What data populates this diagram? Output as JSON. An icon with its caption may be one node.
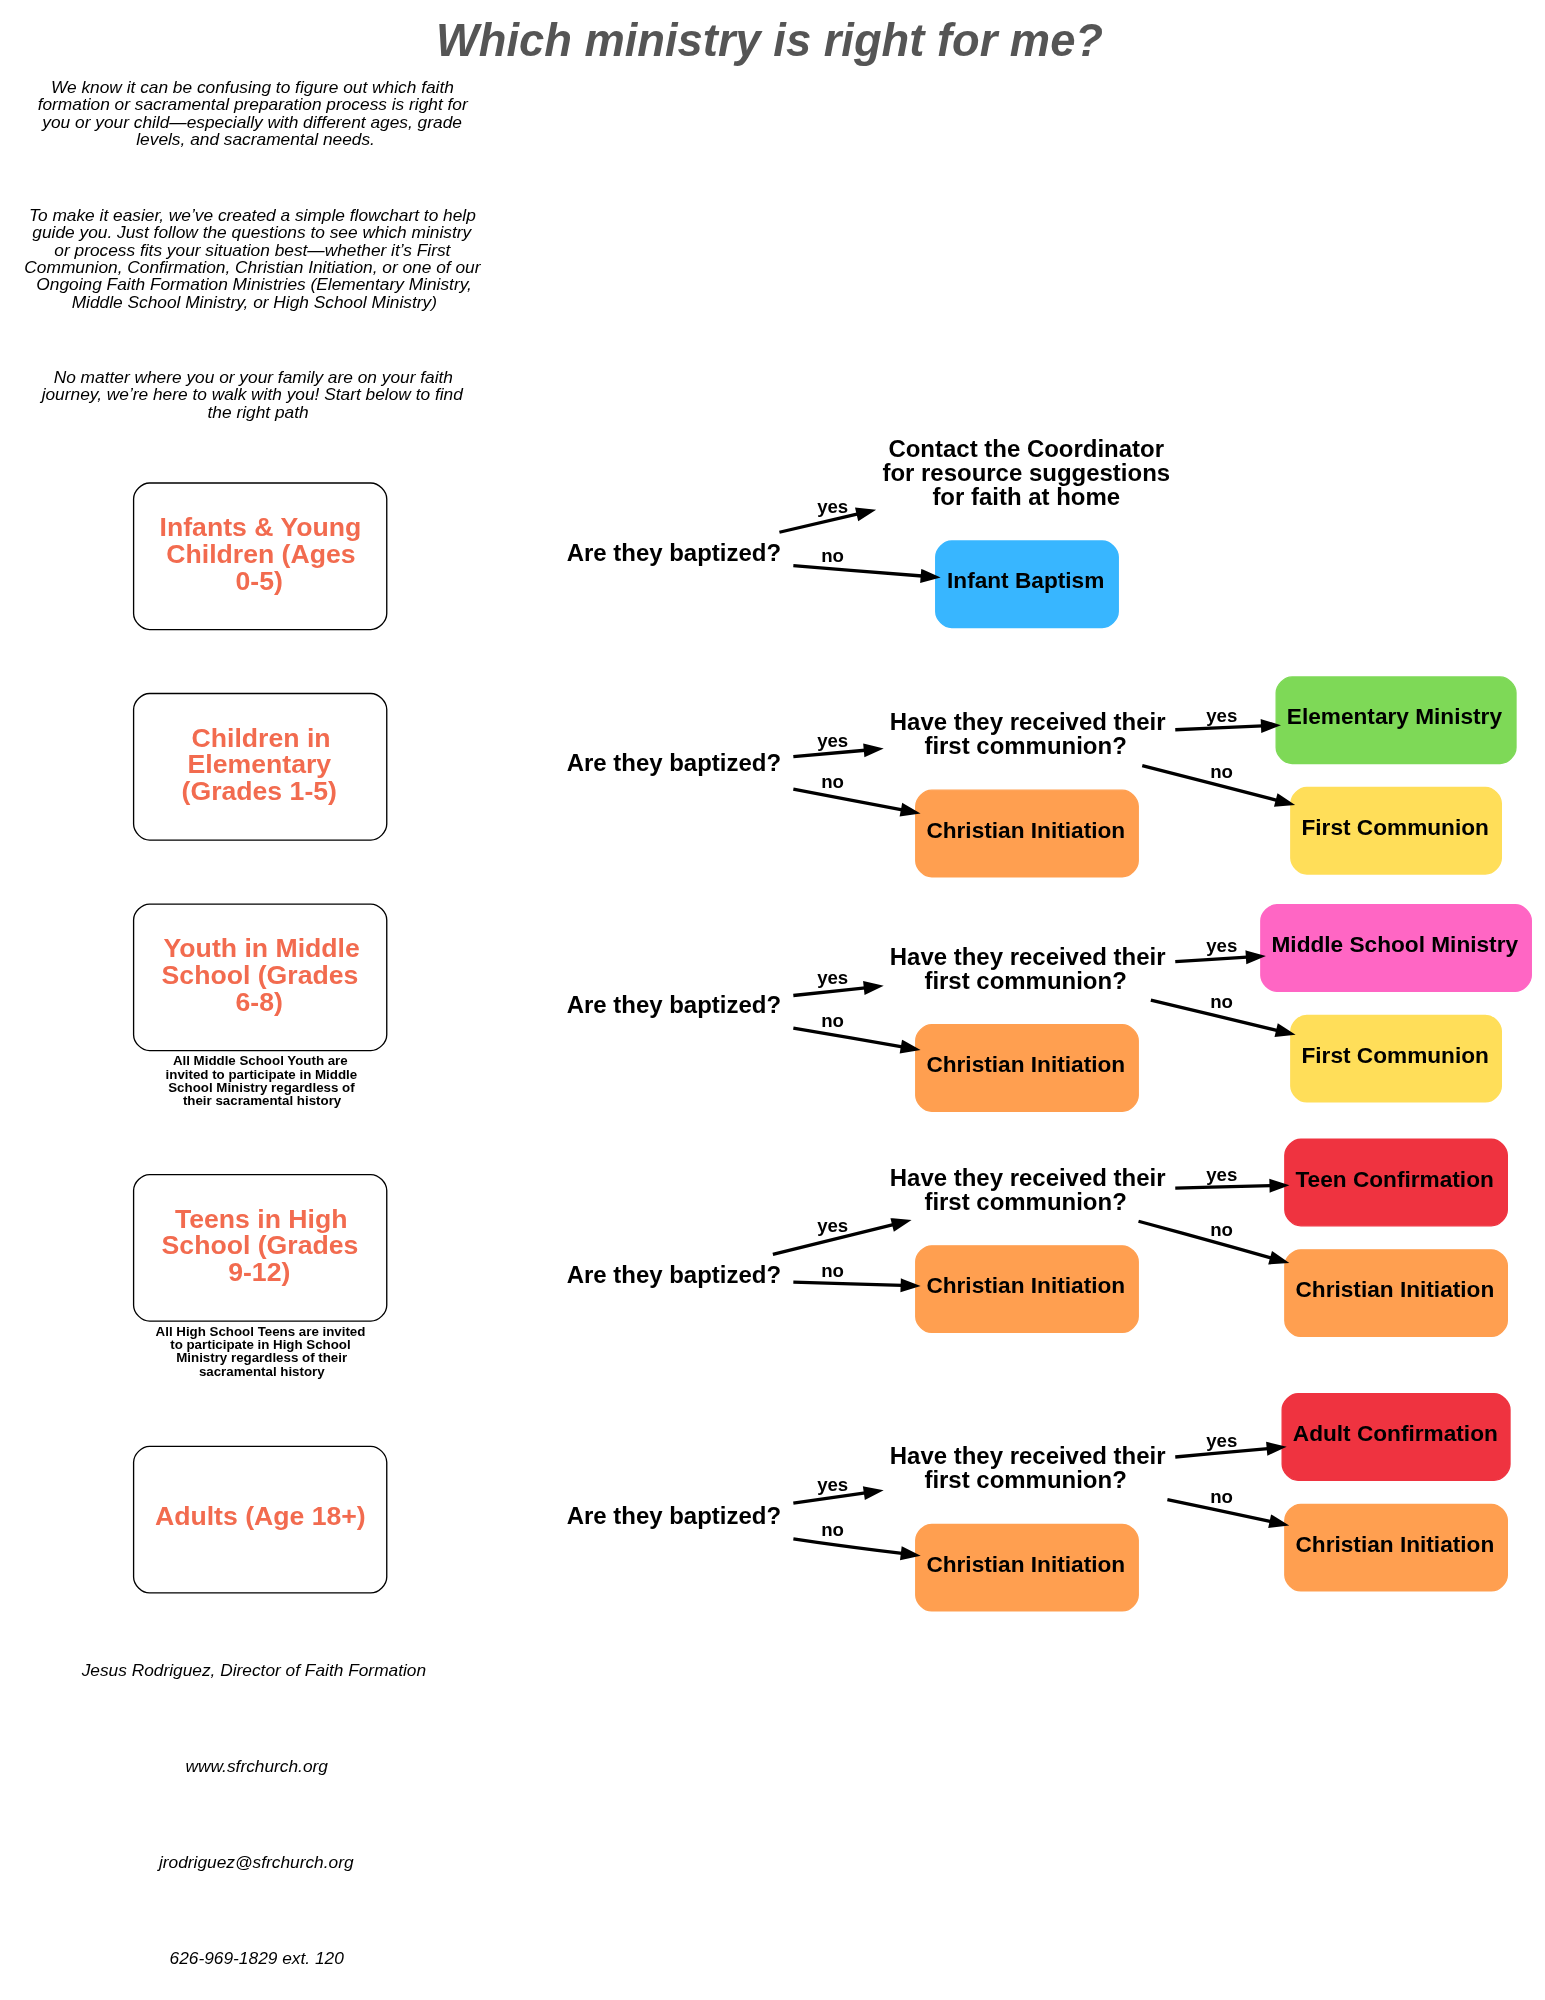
{
  "diagram": {
    "title": "Which ministry is right for me?",
    "nodes": [
      {
        "text": [
          "Infants & Young Children (Ages 0-5)"
        ]
      },
      {
        "text": [
          "Are they baptized?"
        ]
      },
      {
        "text": [
          "Contact the Coordinator for resource suggestions for faith at home"
        ]
      },
      {
        "text": [
          "Infant Baptism"
        ]
      },
      {
        "text": [
          "Children in Elementary (Grades 1-5)"
        ]
      },
      {
        "text": [
          "Are they baptized?"
        ]
      },
      {
        "text": [
          "Have they received their first communion?"
        ]
      },
      {
        "text": [
          "Christian Initiation"
        ]
      },
      {
        "text": [
          "Elementary Ministry"
        ]
      },
      {
        "text": [
          "First Communion"
        ]
      },
      {
        "text": [
          "Youth in Middle School (Grades 6-8)"
        ],
        "beside": [
          "All Middle School Youth are invited to participate in Middle School Ministry regardless of their sacramental history"
        ]
      },
      {
        "text": [
          "Are they baptized?"
        ]
      },
      {
        "text": [
          "Have they received their first communion?"
        ]
      },
      {
        "text": [
          "Christian Initiation"
        ]
      },
      {
        "text": [
          "Middle School Ministry"
        ]
      },
      {
        "text": [
          "First Communion"
        ]
      },
      {
        "text": [
          "Teens in High School (Grades 9-12)"
        ],
        "beside": [
          "All High School Teens are invited to participate in High School Ministry regardless of their sacramental history"
        ]
      },
      {
        "text": [
          "Are they baptized?"
        ]
      },
      {
        "text": [
          "Have they received their first communion?"
        ]
      },
      {
        "text": [
          "Christian Initiation"
        ]
      },
      {
        "text": [
          "Teen Confirmation"
        ]
      },
      {
        "text": [
          "Christian Initiation"
        ]
      },
      {
        "text": [
          "Adults (Age 18+)"
        ]
      },
      {
        "text": [
          "Are they baptized?"
        ]
      },
      {
        "text": [
          "Have they received their first communion?"
        ]
      },
      {
        "text": [
          "Christian Initiation"
        ]
      },
      {
        "text": [
          "Adult Confirmation"
        ]
      },
      {
        "text": [
          "Christian Initiation"
        ]
      }
    ],
    "edges": [
      {
        "from": 1,
        "to": 2,
        "arrow": "to",
        "label": "yes"
      },
      {
        "from": 1,
        "to": 3,
        "arrow": "to",
        "label": "no"
      },
      {
        "from": 5,
        "to": 6,
        "arrow": "to",
        "label": "yes"
      },
      {
        "from": 5,
        "to": 7,
        "arrow": "to",
        "label": "no"
      },
      {
        "from": 6,
        "to": 8,
        "arrow": "to",
        "label": "yes"
      },
      {
        "from": 6,
        "to": 9,
        "arrow": "to",
        "label": "no"
      },
      {
        "from": 11,
        "to": 12,
        "arrow": "to",
        "label": "yes"
      },
      {
        "from": 11,
        "to": 13,
        "arrow": "to",
        "label": "no"
      },
      {
        "from": 12,
        "to": 14,
        "arrow": "to",
        "label": "yes"
      },
      {
        "from": 12,
        "to": 15,
        "arrow": "to",
        "label": "no"
      },
      {
        "from": 17,
        "to": 18,
        "arrow": "to",
        "label": "yes"
      },
      {
        "from": 17,
        "to": 19,
        "arrow": "to",
        "label": "no"
      },
      {
        "from": 18,
        "to": 20,
        "arrow": "to",
        "label": "yes"
      },
      {
        "from": 18,
        "to": 21,
        "arrow": "to",
        "label": "no"
      },
      {
        "from": 23,
        "to": 24,
        "arrow": "to",
        "label": "yes"
      },
      {
        "from": 23,
        "to": 25,
        "arrow": "to",
        "label": "no"
      },
      {
        "from": 24,
        "to": 26,
        "arrow": "to",
        "label": "yes"
      },
      {
        "from": 24,
        "to": 27,
        "arrow": "to",
        "label": "no"
      }
    ],
    "labels": [
      "We know it can be confusing to figure out which faith formation or sacramental preparation process is right for you or your child—especially with different ages, grade levels, and sacramental needs.",
      "To make it easier, we’ve created a simple flowchart to help guide you. Just follow the questions to see which ministry or process fits your situation best—whether it’s First Communion, Confirmation, Christian Initiation, or one of our Ongoing Faith Formation Ministries (Elementary Ministry, Middle School Ministry, or High School Ministry)",
      "No matter where you or your family are on your faith journey, we’re here to walk with you! Start below to find the right path",
      "Jesus Rodriguez, Director of Faith Formation",
      "www.sfrchurch.org",
      "jrodriguez@sfrchurch.org",
      "626-969-1829 ext. 120"
    ]
  }
}
